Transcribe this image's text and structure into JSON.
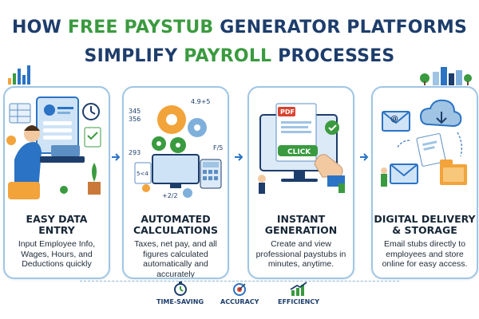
{
  "title": {
    "line1_pre": "HOW ",
    "line1_accent": "FREE PAYSTUB",
    "line1_post": " GENERATOR PLATFORMS",
    "line2_pre": "SIMPLIFY ",
    "line2_accent": "PAYROLL",
    "line2_post": " PROCESSES"
  },
  "cards": [
    {
      "title_line1": "EASY DATA",
      "title_line2": "ENTRY",
      "desc": "Input Employee Info, Wages, Hours, and Deductions quickly"
    },
    {
      "title_line1": "AUTOMATED",
      "title_line2": "CALCULATIONS",
      "desc": "Taxes, net pay, and all figures calculated automatically and accurately"
    },
    {
      "title_line1": "INSTANT",
      "title_line2": "GENERATION",
      "desc": "Create and view professional paystubs in minutes, anytime."
    },
    {
      "title_line1": "DIGITAL DELIVERY",
      "title_line2": "& STORAGE",
      "desc": "Email stubs directly to employees and store online for easy access."
    }
  ],
  "illustration_text": {
    "calc_numbers_1": "345",
    "calc_numbers_2": "356",
    "calc_numbers_3": "4.9+5",
    "calc_numbers_4": "293",
    "calc_numbers_5": "F/5",
    "calc_numbers_6": "+2/2",
    "calc_numbers_7": "5<4",
    "pdf_label": "PDF",
    "click_label": "CLICK"
  },
  "bottom": [
    {
      "label": "TIME-SAVING",
      "icon": "stopwatch-icon"
    },
    {
      "label": "ACCURACY",
      "icon": "target-icon"
    },
    {
      "label": "EFFICIENCY",
      "icon": "growth-chart-icon"
    }
  ],
  "colors": {
    "title_blue": "#1d3d6b",
    "accent_green": "#3a9a3f",
    "card_border": "#9ec6e6"
  }
}
